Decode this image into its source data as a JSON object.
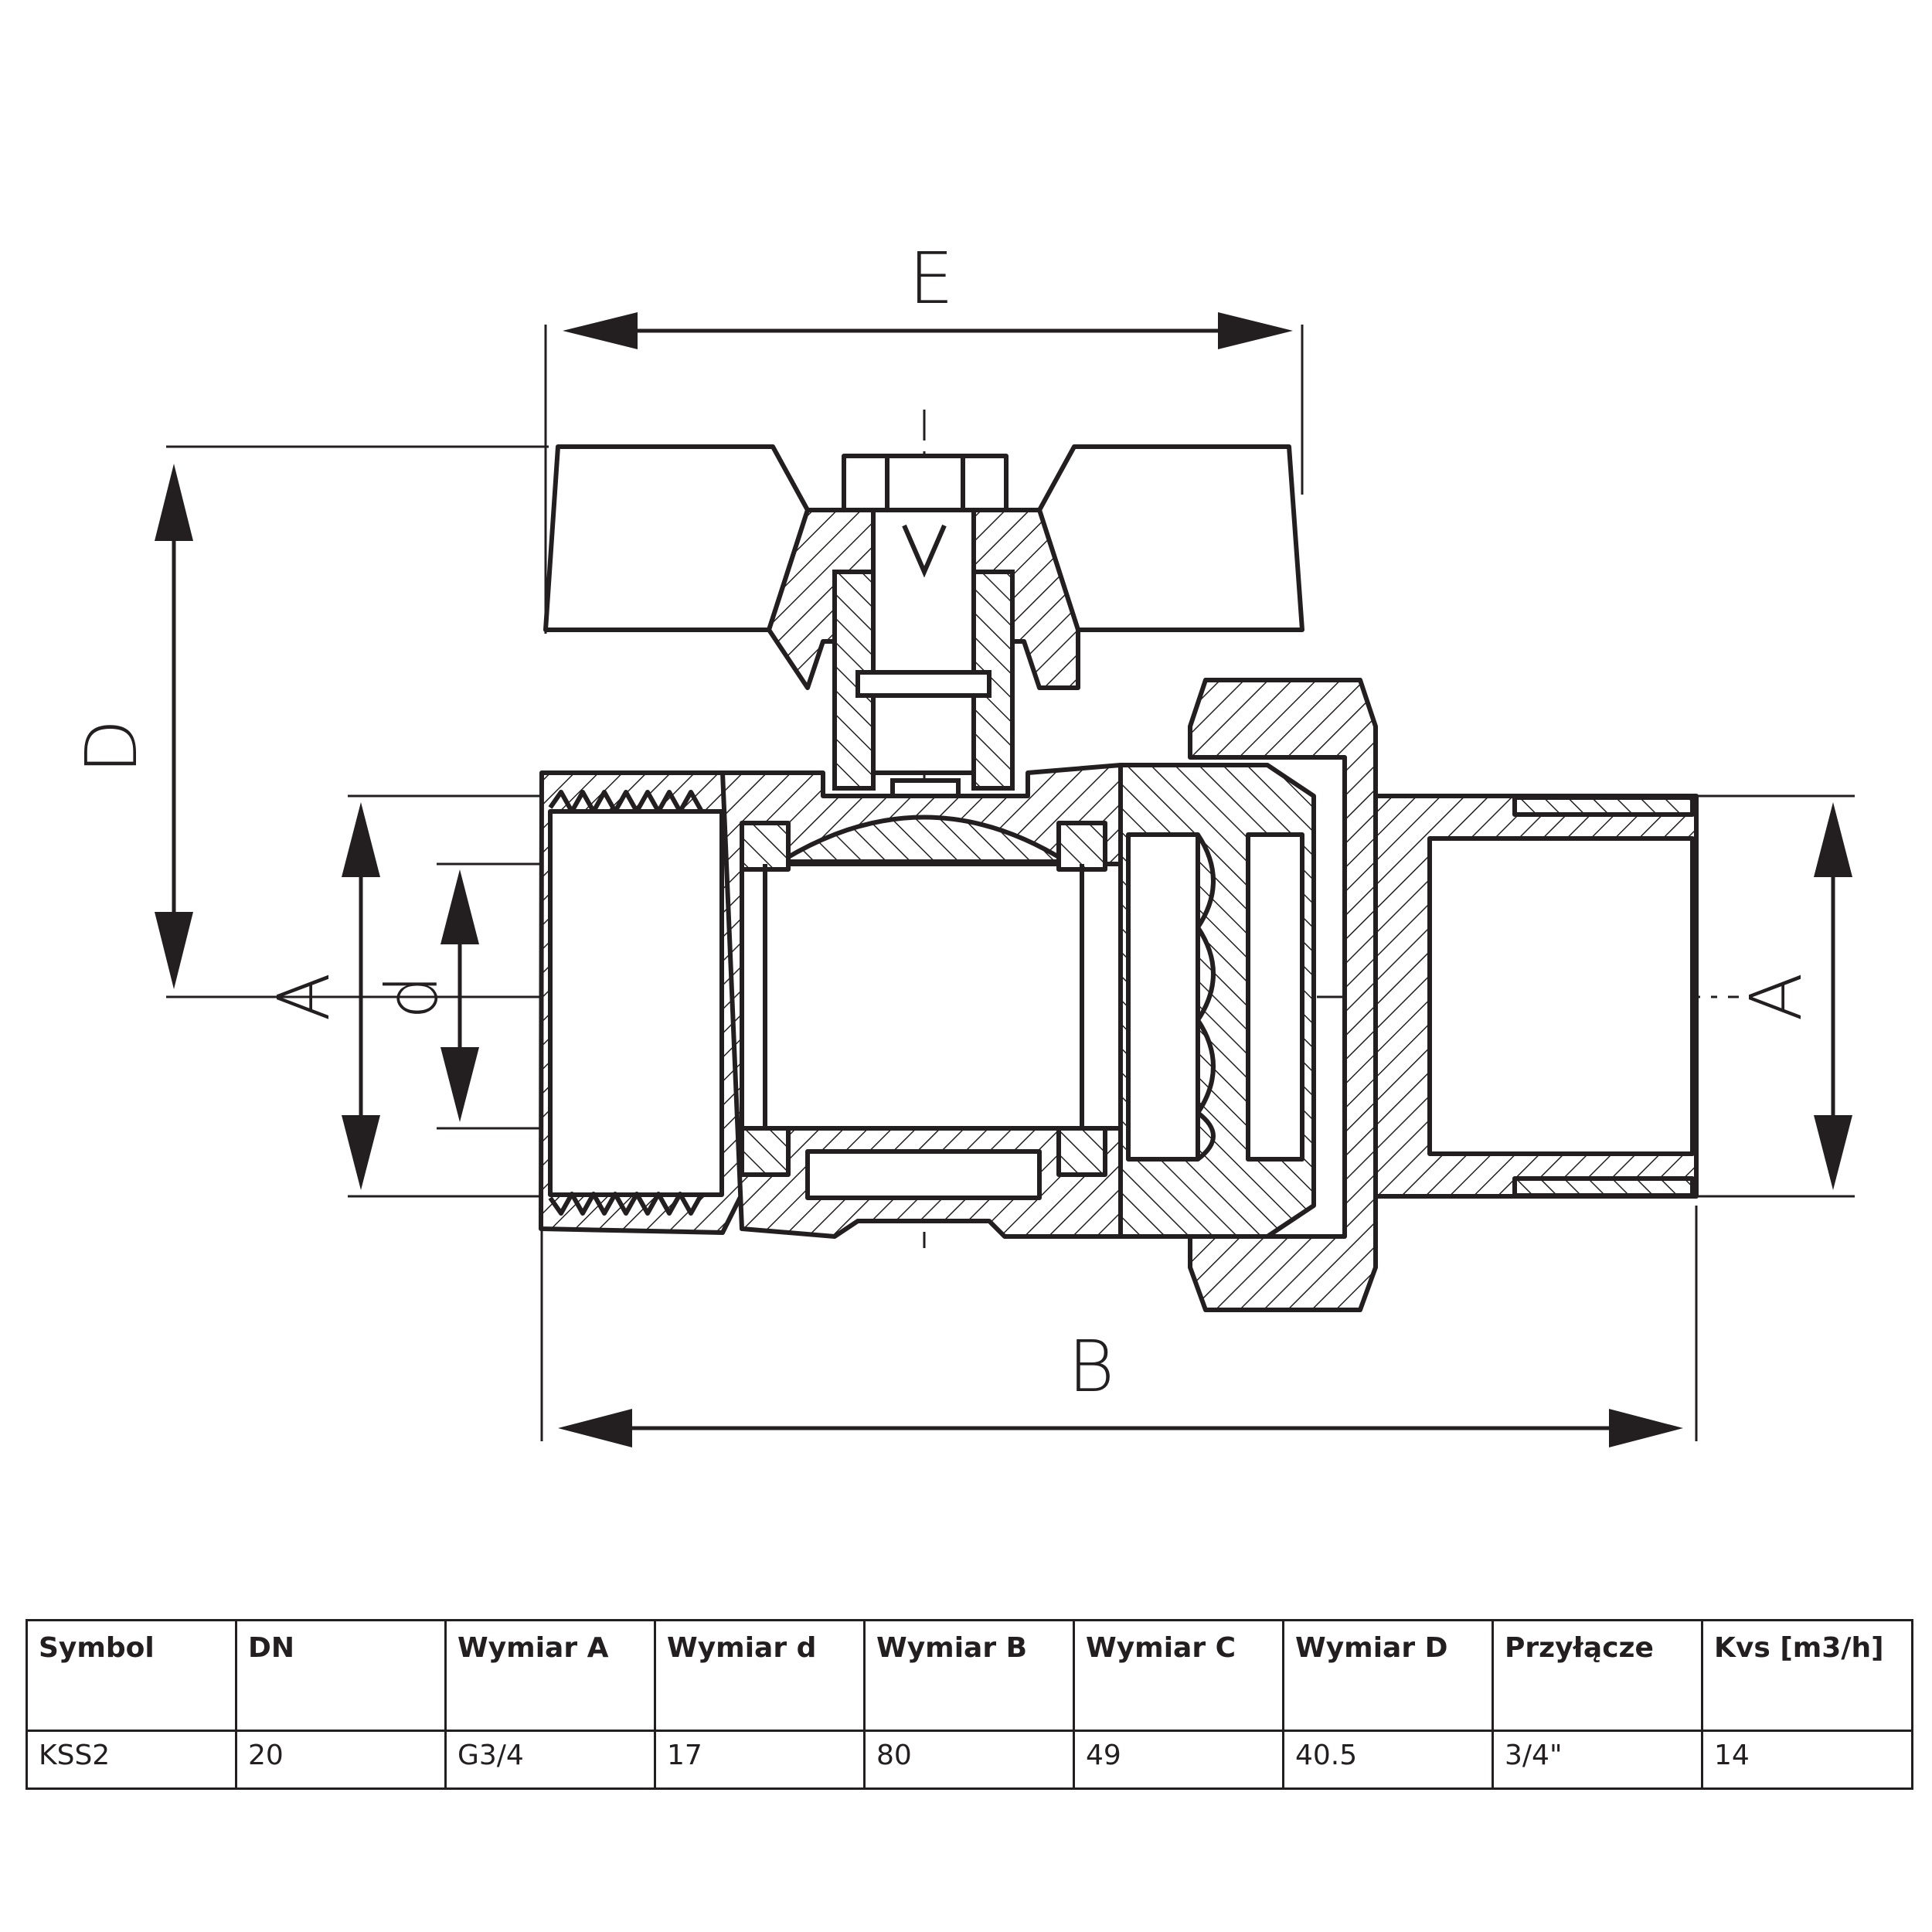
{
  "dimension_labels": {
    "e": "E",
    "d_upper": "D",
    "a_left": "A",
    "d_lower": "d",
    "a_right": "A",
    "b": "B"
  },
  "table": {
    "headers": [
      "Symbol",
      "DN",
      "Wymiar A",
      "Wymiar d",
      "Wymiar B",
      "Wymiar C",
      "Wymiar D",
      "Przyłącze",
      "Kvs [m3/h]"
    ],
    "row": [
      "KSS2",
      "20",
      "G3/4",
      "17",
      "80",
      "49",
      "40.5",
      "3/4\"",
      "14"
    ]
  }
}
